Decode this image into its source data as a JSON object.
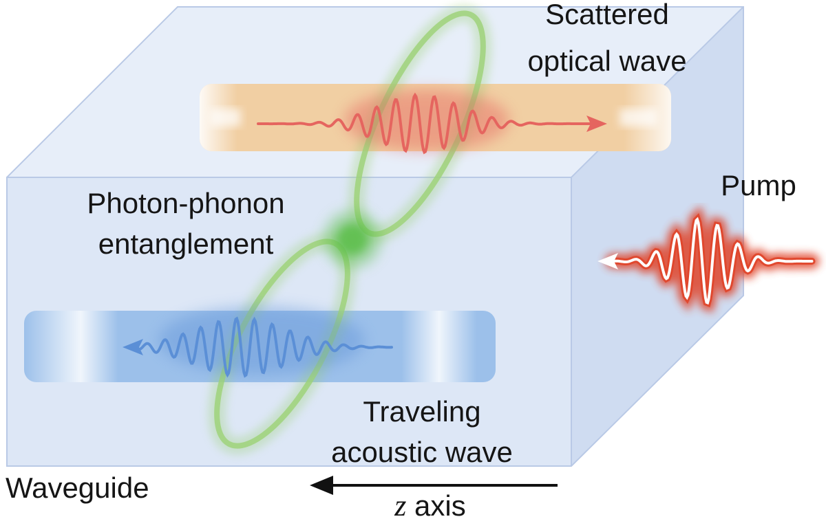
{
  "labels": {
    "scattered_line1": "Scattered",
    "scattered_line2": "optical wave",
    "pump": "Pump",
    "entangle_line1": "Photon-phonon",
    "entangle_line2": "entanglement",
    "traveling_line1": "Traveling",
    "traveling_line2": "acoustic wave",
    "waveguide": "Waveguide",
    "z_var": "z",
    "z_suffix": " axis"
  },
  "colors": {
    "box_front": "#dde7f6",
    "box_top": "#e7eef9",
    "box_side": "#cfdcf1",
    "box_edge": "#b9c9e6",
    "optical_tube": "#f1cfa3",
    "optical_wave": "#e5655f",
    "acoustic_tube": "#9cc0ea",
    "acoustic_wave": "#5b8fd6",
    "entanglement": "#9fd27a",
    "entangle_core": "#5fbf4d",
    "pump_glow": "#e0452a",
    "axis_arrow": "#111111"
  },
  "icons": {
    "optical_arrow": "arrow-right-icon",
    "acoustic_arrow": "arrow-left-icon",
    "pump_arrow": "arrow-left-icon",
    "axis_arrow": "arrow-left-icon"
  }
}
